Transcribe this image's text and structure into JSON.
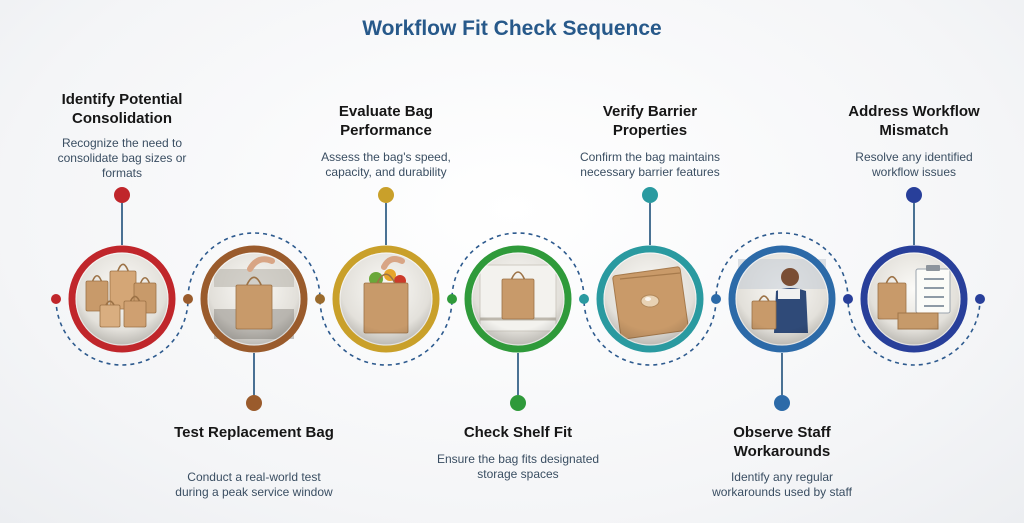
{
  "title": "Workflow Fit Check Sequence",
  "colors": {
    "title": "#27598a",
    "dashed_line": "#2d5a8e",
    "bag_kraft": "#c89a6a",
    "step_rings": [
      "#c0262b",
      "#9a5b2c",
      "#c9a02a",
      "#2f9a3a",
      "#2a9aa0",
      "#2c6aa8",
      "#283f9a"
    ]
  },
  "steps": [
    {
      "title": "Identify Potential Consolidation",
      "desc": "Recognize the need to consolidate bag sizes or formats",
      "icon": "bag-stack-icon"
    },
    {
      "title": "Test Replacement Bag",
      "desc": "Conduct a real-world test during a peak service window",
      "icon": "hand-holding-bag-icon"
    },
    {
      "title": "Evaluate Bag Performance",
      "desc": "Assess the bag's speed, capacity, and durability",
      "icon": "grocery-bag-icon"
    },
    {
      "title": "Check Shelf Fit",
      "desc": "Ensure the bag fits designated storage spaces",
      "icon": "bag-on-shelf-icon"
    },
    {
      "title": "Verify Barrier Properties",
      "desc": "Confirm the bag maintains necessary barrier features",
      "icon": "water-drop-bag-icon"
    },
    {
      "title": "Observe Staff Workarounds",
      "desc": "Identify any regular workarounds used by staff",
      "icon": "staff-packing-icon"
    },
    {
      "title": "Address Workflow Mismatch",
      "desc": "Resolve any identified workflow issues",
      "icon": "clipboard-checklist-icon"
    }
  ]
}
